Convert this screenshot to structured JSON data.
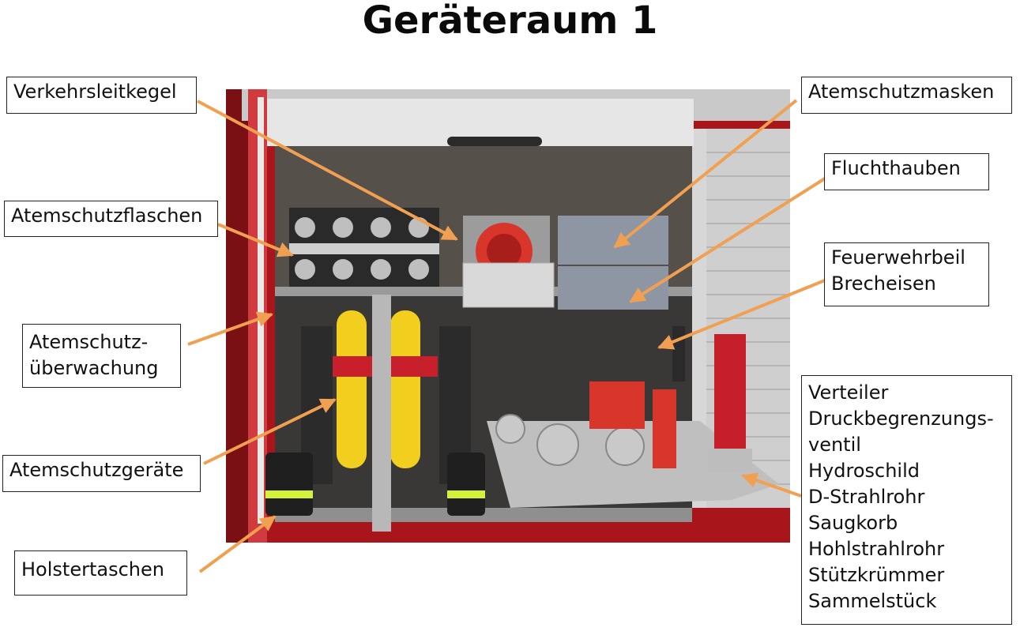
{
  "title": "Geräteraum 1",
  "accent_color": "#f0a050",
  "labels": {
    "verkehrsleitkegel": [
      "Verkehrsleitkegel"
    ],
    "atemschutzflaschen": [
      "Atemschutzflaschen"
    ],
    "atemschutzueberwachung": [
      "Atemschutz-",
      "überwachung"
    ],
    "atemschutzgeraete": [
      "Atemschutzgeräte"
    ],
    "holstertaschen": [
      "Holstertaschen"
    ],
    "atemschutzmasken": [
      "Atemschutzmasken"
    ],
    "fluchthauben": [
      "Fluchthauben"
    ],
    "feuerwehrbeil": [
      "Feuerwehrbeil",
      "Brecheisen"
    ],
    "verteiler": [
      "Verteiler",
      "Druckbegrenzungs-",
      "ventil",
      "Hydroschild",
      "D-Strahlrohr",
      "Saugkorb",
      "Hohlstrahlrohr",
      "Stützkrümmer",
      "Sammelstück"
    ]
  }
}
